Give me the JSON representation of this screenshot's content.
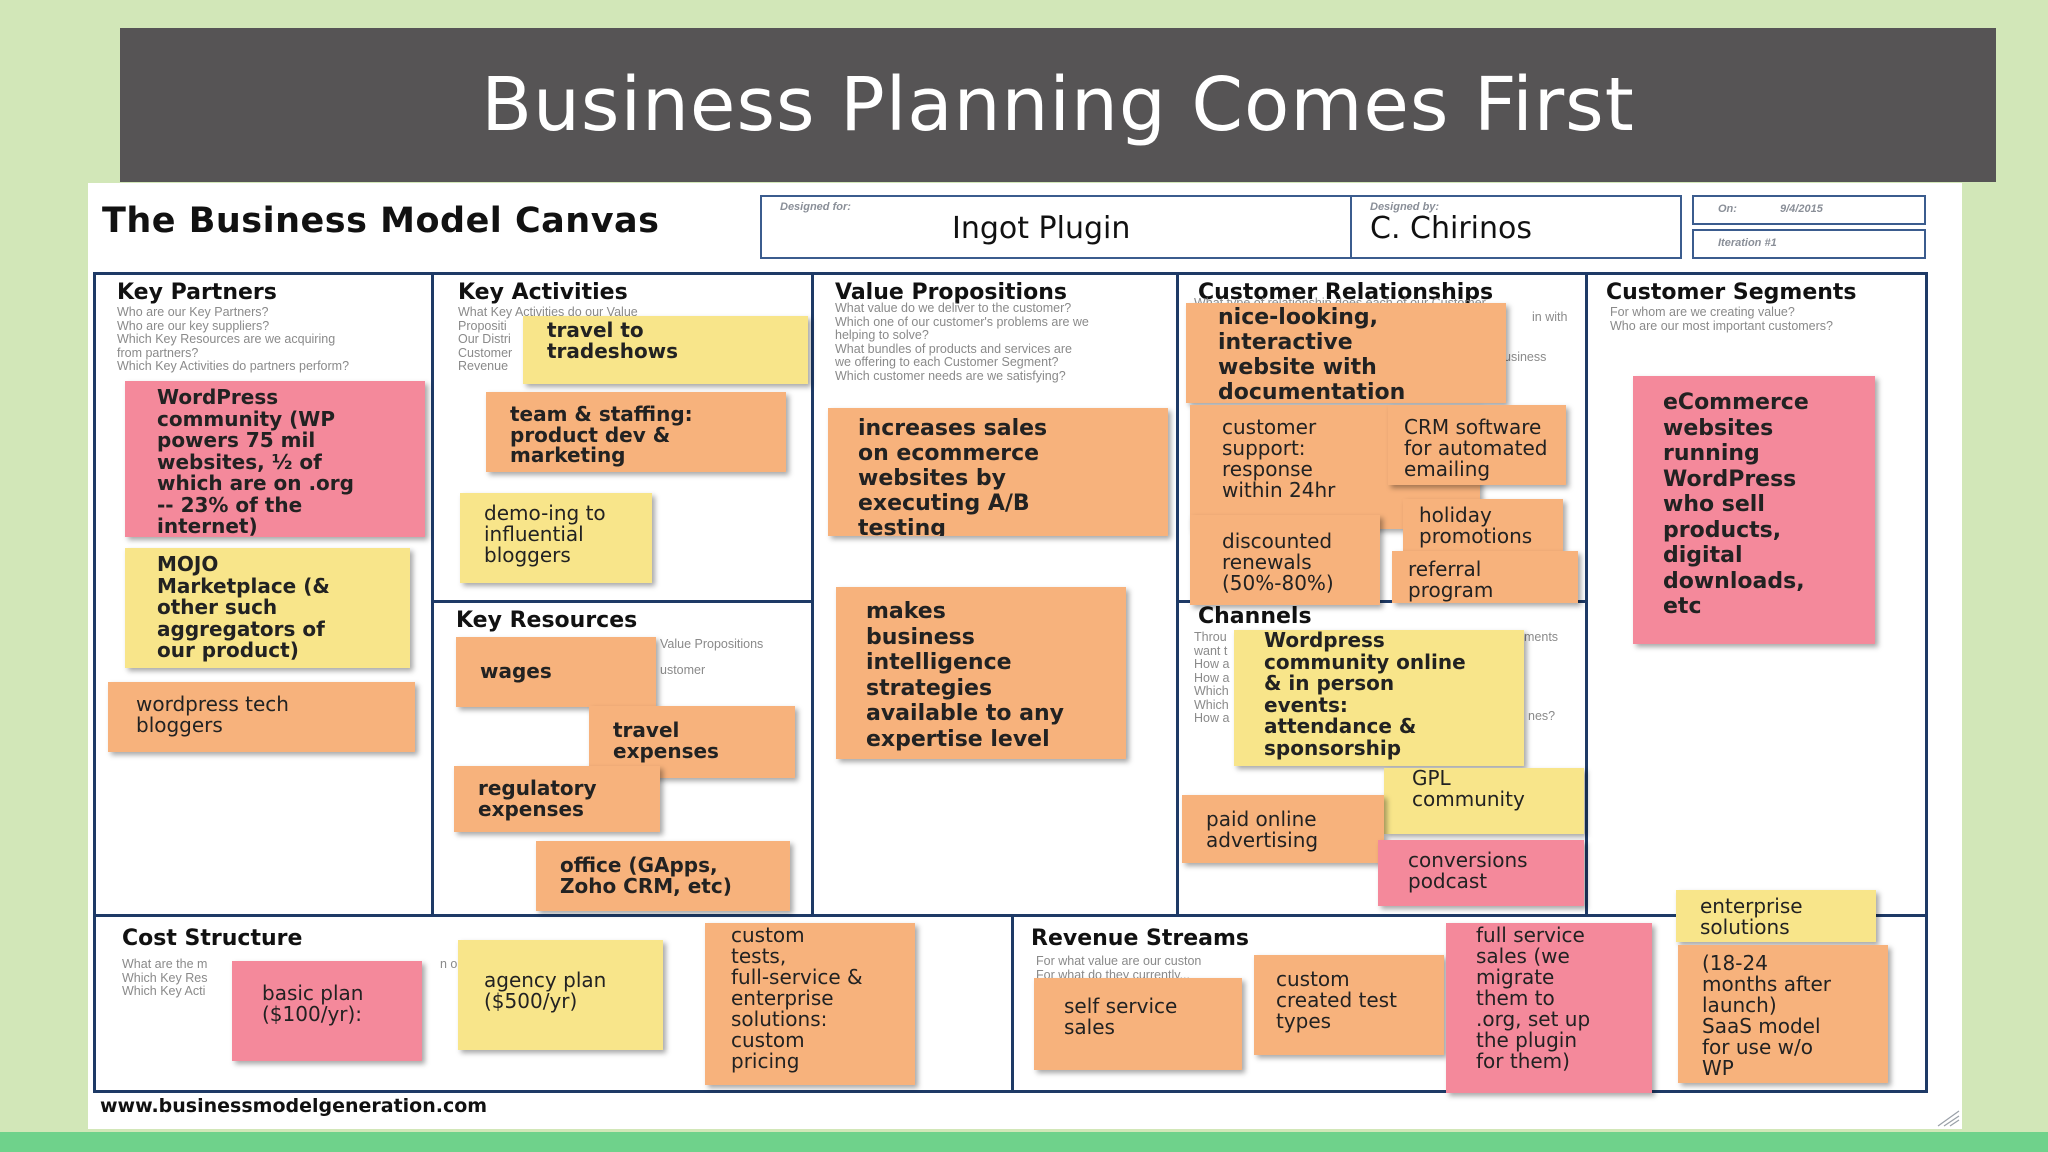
{
  "slide": {
    "title": "Business Planning Comes First"
  },
  "canvas": {
    "title": "The Business Model Canvas",
    "designed_for_label": "Designed for:",
    "designed_for": "Ingot Plugin",
    "designed_by_label": "Designed by:",
    "designed_by": "C. Chirinos",
    "on_label": "On:",
    "date": "9/4/2015",
    "iteration": "Iteration #1",
    "footer": "www.businessmodelgeneration.com"
  },
  "colors": {
    "yellow": "#f8e58a",
    "orange": "#f7b27c",
    "pink": "#f4899b",
    "border": "#1e3a66",
    "title_bar": "#565455",
    "background": "#d2e7b8"
  },
  "sections": {
    "key_partners": {
      "title": "Key Partners",
      "questions": "Who are our Key Partners?\nWho are our key suppliers?\nWhich Key Resources are we acquiring\nfrom partners?\nWhich Key Activities do partners perform?"
    },
    "key_activities": {
      "title": "Key Activities",
      "questions": "What Key Activities do our Value\nPropositi\nOur Distri\nCustomer\nRevenue"
    },
    "key_resources": {
      "title": "Key Resources",
      "q1": "Value Propositions",
      "q2": "ustomer"
    },
    "value_propositions": {
      "title": "Value Propositions",
      "questions": "What value do we deliver to the customer?\nWhich one of our customer's problems are we\nhelping to solve?\nWhat bundles of products and services are\nwe offering to each Customer Segment?\nWhich customer needs are we satisfying?"
    },
    "customer_relationships": {
      "title": "Customer Relationships",
      "q1": "What type of relationship does each of our Customer",
      "q2": "in with",
      "q3": "usiness"
    },
    "channels": {
      "title": "Channels",
      "questions": "Throu\nwant t\nHow a\nHow a\nWhich\nWhich\nHow a",
      "q_right1": "ments",
      "q_right2": "nes?"
    },
    "customer_segments": {
      "title": "Customer Segments",
      "questions": "For whom are we creating value?\nWho are our most important customers?"
    },
    "cost_structure": {
      "title": "Cost Structure",
      "questions": "What are the m\nWhich Key Res\nWhich Key Acti",
      "q_right": "n ou"
    },
    "revenue_streams": {
      "title": "Revenue Streams",
      "questions": "For what value are our custon\nFor what do they currently..."
    }
  },
  "notes": {
    "kp1": "WordPress\ncommunity (WP\npowers 75 mil\nwebsites, ½ of\nwhich are on .org\n-- 23% of the\ninternet)",
    "kp2": "MOJO\nMarketplace (&\nother such\naggregators of\nour product)",
    "kp3": "wordpress tech\nbloggers",
    "ka1": "travel to\ntradeshows",
    "ka2": "team & staffing:\nproduct dev &\nmarketing",
    "ka3": "demo-ing to\ninfluential\nbloggers",
    "kr1": "wages",
    "kr2": "travel\nexpenses",
    "kr3": "regulatory\nexpenses",
    "kr4": "office (GApps,\nZoho CRM, etc)",
    "vp1": "increases sales\non ecommerce\nwebsites by\nexecuting A/B\ntesting",
    "vp2": "makes\nbusiness\nintelligence\nstrategies\navailable to any\nexpertise level",
    "cr1": "nice-looking,\ninteractive\nwebsite with\ndocumentation",
    "cr2": "customer\nsupport:\nresponse\nwithin 24hr",
    "cr3": "CRM software\nfor automated\nemailing",
    "cr4": "holiday\npromotions",
    "cr5": "discounted\nrenewals\n(50%-80%)",
    "cr6": "referral\nprogram",
    "ch1": "Wordpress\ncommunity online\n& in person\nevents:\nattendance &\nsponsorship",
    "ch2": "GPL\ncommunity",
    "ch3": "paid online\nadvertising",
    "ch4": "conversions\npodcast",
    "cs1": "eCommerce\nwebsites\nrunning\nWordPress\nwho sell\nproducts,\ndigital\ndownloads,\netc",
    "cs2": "enterprise\nsolutions",
    "cs3": "(18-24\nmonths after\nlaunch)\nSaaS model\nfor use w/o\nWP",
    "c1": "basic plan\n($100/yr):",
    "c2": "agency plan\n($500/yr)",
    "c3": "custom\ntests,\nfull-service &\nenterprise\nsolutions:\ncustom\npricing",
    "r1": "self service\nsales",
    "r2": "custom\ncreated test\ntypes",
    "r3": "full service\nsales (we\nmigrate\nthem to\n.org, set up\nthe plugin\nfor them)"
  }
}
